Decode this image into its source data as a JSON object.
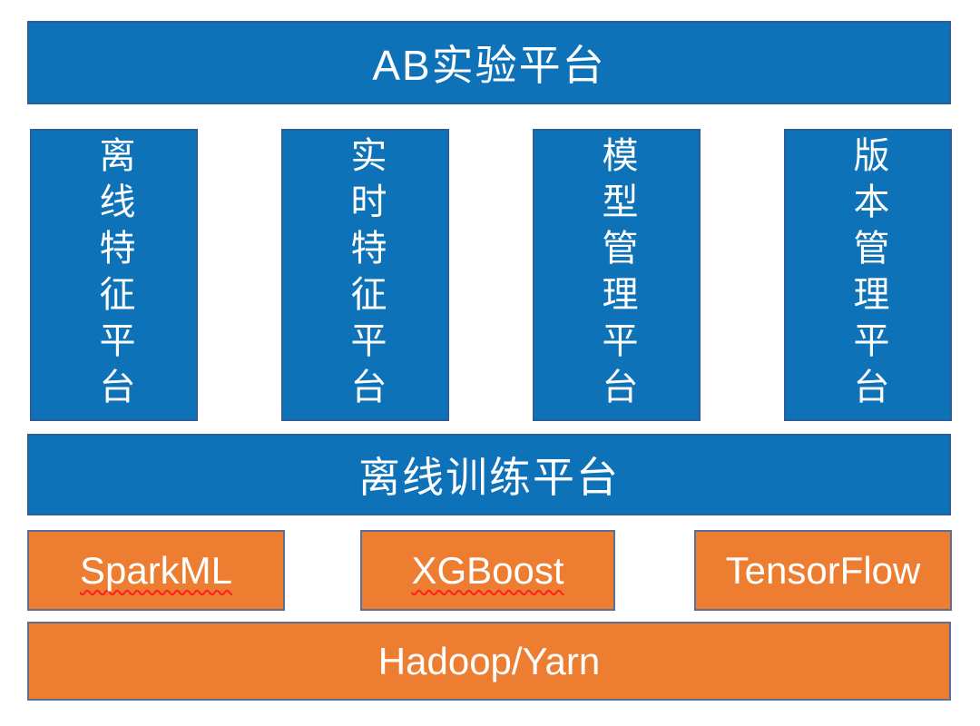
{
  "colors": {
    "block_blue": "#0E72B8",
    "block_blue_border": "#2A5F9B",
    "block_orange": "#ED7D31",
    "block_orange_border": "#5B6E96",
    "text_white": "#FFFFFF",
    "spellcheck_red": "#FF1F1F",
    "page_background": "#FFFFFF"
  },
  "diagram": {
    "top_bar": {
      "label": "AB实验平台"
    },
    "platform_columns": [
      {
        "label": "离线特征平台"
      },
      {
        "label": "实时特征平台"
      },
      {
        "label": "模型管理平台"
      },
      {
        "label": "版本管理平台"
      }
    ],
    "training_bar": {
      "label": "离线训练平台"
    },
    "frameworks": [
      {
        "label": "SparkML",
        "spellcheck_underline": true
      },
      {
        "label": "XGBoost",
        "spellcheck_underline": true
      },
      {
        "label": "TensorFlow",
        "spellcheck_underline": false
      }
    ],
    "infra_bar": {
      "label": "Hadoop/Yarn"
    }
  }
}
